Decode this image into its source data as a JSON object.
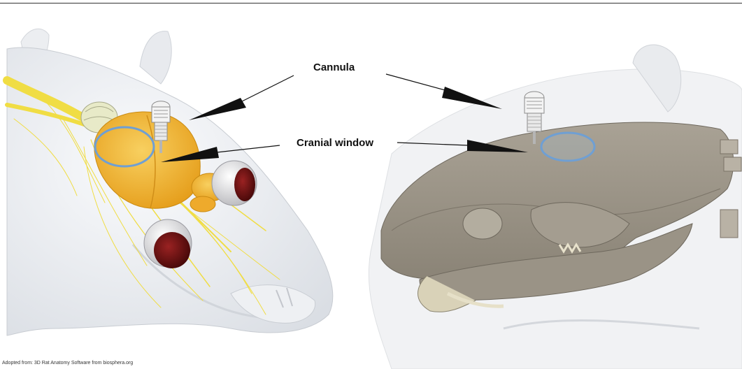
{
  "labels": {
    "cannula": "Cannula",
    "cranial_window": "Cranial window"
  },
  "credit": "Adopted from: 3D Rat Anatomy Software from biosphera.org",
  "colors": {
    "brain": "#f2b232",
    "nerves": "#f0dd44",
    "skull": "#9b9386",
    "window_outline": "#6f9fd3",
    "eye": "#6b0f0f"
  }
}
